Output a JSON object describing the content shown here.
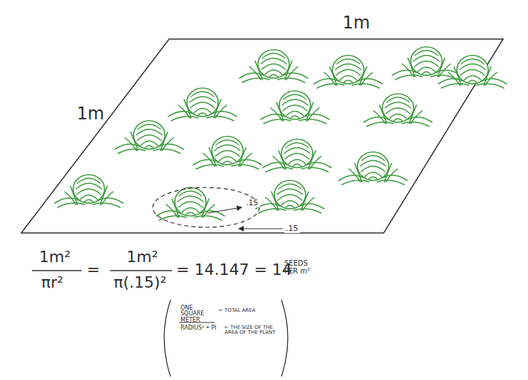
{
  "diagram": {
    "labels": [
      "1m",
      "1m",
      ".15",
      ".15",
      "1m²",
      "πr²",
      "=",
      "1m²",
      "π(.15)²",
      "= 14.147 = 14",
      "SEEDS PER m²",
      "ONE SQUARE METER",
      "← TOTAL AREA",
      "RADIUS² • PI",
      "← THE SIZE OF THE AREA OF THE PLANT"
    ]
  }
}
